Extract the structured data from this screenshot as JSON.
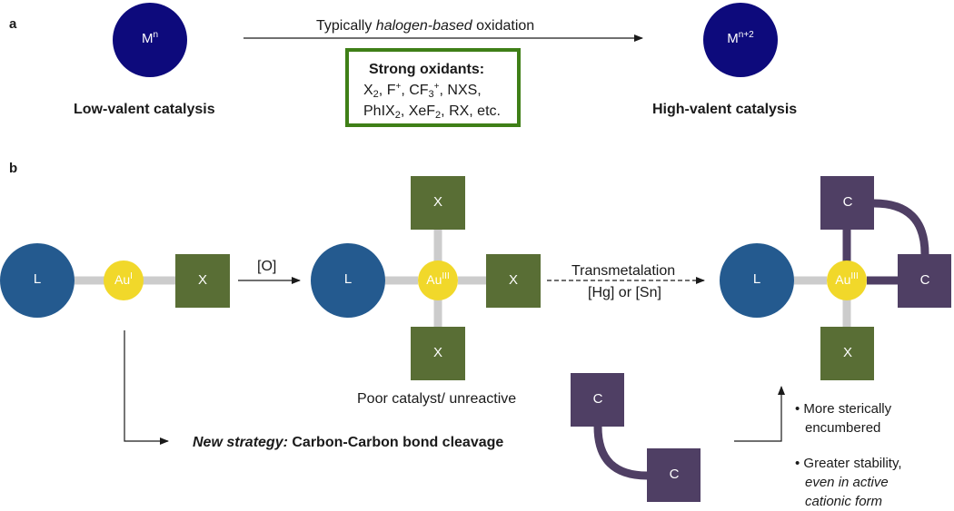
{
  "panel_a": {
    "label": "a",
    "left_metal": {
      "text": "M",
      "sup": "n"
    },
    "right_metal": {
      "text": "M",
      "sup": "n+2"
    },
    "arrow_caption": {
      "pre": "Typically ",
      "italic": "halogen-based",
      "post": " oxidation"
    },
    "left_caption": "Low-valent catalysis",
    "right_caption": "High-valent catalysis",
    "oxidants_box": {
      "title": "Strong oxidants:",
      "line1": {
        "a": "X",
        "a_sub": "2",
        "b": ", F",
        "b_sup": "+",
        "c": ", CF",
        "c_sub": "3",
        "c_sup": "+",
        "d": ", NXS,"
      },
      "line2": {
        "a": "PhIX",
        "a_sub": "2",
        "b": ", XeF",
        "b_sub": "2",
        "c": ", RX, etc."
      }
    }
  },
  "panel_b": {
    "label": "b",
    "ligand": "L",
    "halide": "X",
    "carbon": "C",
    "gold1": {
      "text": "Au",
      "sup": "I"
    },
    "gold3": {
      "text": "Au",
      "sup": "III"
    },
    "oxidation_label": "[O]",
    "transmetalation_label": "Transmetalation",
    "transmetalation_reagents": "[Hg] or [Sn]",
    "poor_catalyst_label": "Poor catalyst/ unreactive",
    "new_strategy": {
      "italic": "New strategy:",
      "rest": " Carbon-Carbon bond cleavage"
    },
    "bullets": [
      {
        "line1": "More sterically",
        "line2": "encumbered"
      },
      {
        "line1": "Greater stability,",
        "line2_italic": "even in active",
        "line3_italic": "cationic form"
      }
    ]
  },
  "colors": {
    "metal_circle": "#0d0a7c",
    "ligand_circle": "#245a8f",
    "gold_circle": "#f1d82a",
    "halide_box": "#596e35",
    "carbon_box": "#4f3f64",
    "bond": "#cccccc",
    "oxidants_border": "#3f7f17"
  }
}
